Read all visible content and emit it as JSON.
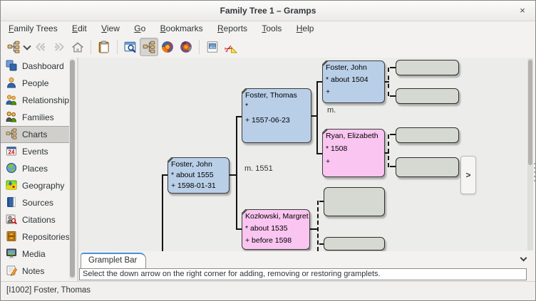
{
  "window": {
    "title": "Family Tree 1 – Gramps",
    "close_label": "×"
  },
  "menu": {
    "items": [
      {
        "m": "F",
        "rest": "amily Trees"
      },
      {
        "m": "E",
        "rest": "dit"
      },
      {
        "m": "V",
        "rest": "iew"
      },
      {
        "m": "G",
        "rest": "o"
      },
      {
        "m": "B",
        "rest": "ookmarks"
      },
      {
        "m": "R",
        "rest": "eports"
      },
      {
        "m": "T",
        "rest": "ools"
      },
      {
        "m": "H",
        "rest": "elp"
      }
    ]
  },
  "toolbar": {
    "buttons": [
      "active-person",
      "history-back",
      "history-forward",
      "home",
      "clipboard",
      "person-view",
      "pedigree-view",
      "fan-chart-view",
      "full-fan-chart-view",
      "document",
      "remove"
    ],
    "active_button": "pedigree-view"
  },
  "sidebar": {
    "selected": "Charts",
    "items": [
      {
        "label": "Dashboard"
      },
      {
        "label": "People"
      },
      {
        "label": "Relationships"
      },
      {
        "label": "Families"
      },
      {
        "label": "Charts"
      },
      {
        "label": "Events"
      },
      {
        "label": "Places"
      },
      {
        "label": "Geography"
      },
      {
        "label": "Sources"
      },
      {
        "label": "Citations"
      },
      {
        "label": "Repositories"
      },
      {
        "label": "Media"
      },
      {
        "label": "Notes"
      }
    ]
  },
  "chart": {
    "type": "pedigree",
    "colors": {
      "male": "#b9cfe8",
      "female": "#fac5f0",
      "unknown": "#d6d9d1"
    },
    "people": [
      {
        "role": "root",
        "name": "Foster, John",
        "birth": "* about 1555",
        "death": "+ 1598-01-31",
        "gender": "male"
      },
      {
        "role": "father",
        "name": "Foster, Thomas",
        "birth": "*",
        "death": "+ 1557-06-23",
        "gender": "male"
      },
      {
        "role": "mother",
        "name": "Kozłowski, Margret",
        "birth": "* about 1535",
        "death": "+ before 1598",
        "gender": "female"
      },
      {
        "role": "paternal-grandfather",
        "name": "Foster, John",
        "birth": "* about 1504",
        "death": "+",
        "gender": "male"
      },
      {
        "role": "paternal-grandmother",
        "name": "Ryan, Elizabeth",
        "birth": "* 1508",
        "death": "+",
        "gender": "female"
      }
    ],
    "marriages": [
      {
        "label": "m. 1551"
      },
      {
        "label": "m."
      }
    ],
    "nav_forward_label": ">"
  },
  "gramplet_bar": {
    "tab_label": "Gramplet Bar",
    "message": "Select the down arrow on the right corner for adding, removing or restoring gramplets."
  },
  "statusbar": {
    "text": "[I1002] Foster, Thomas"
  }
}
